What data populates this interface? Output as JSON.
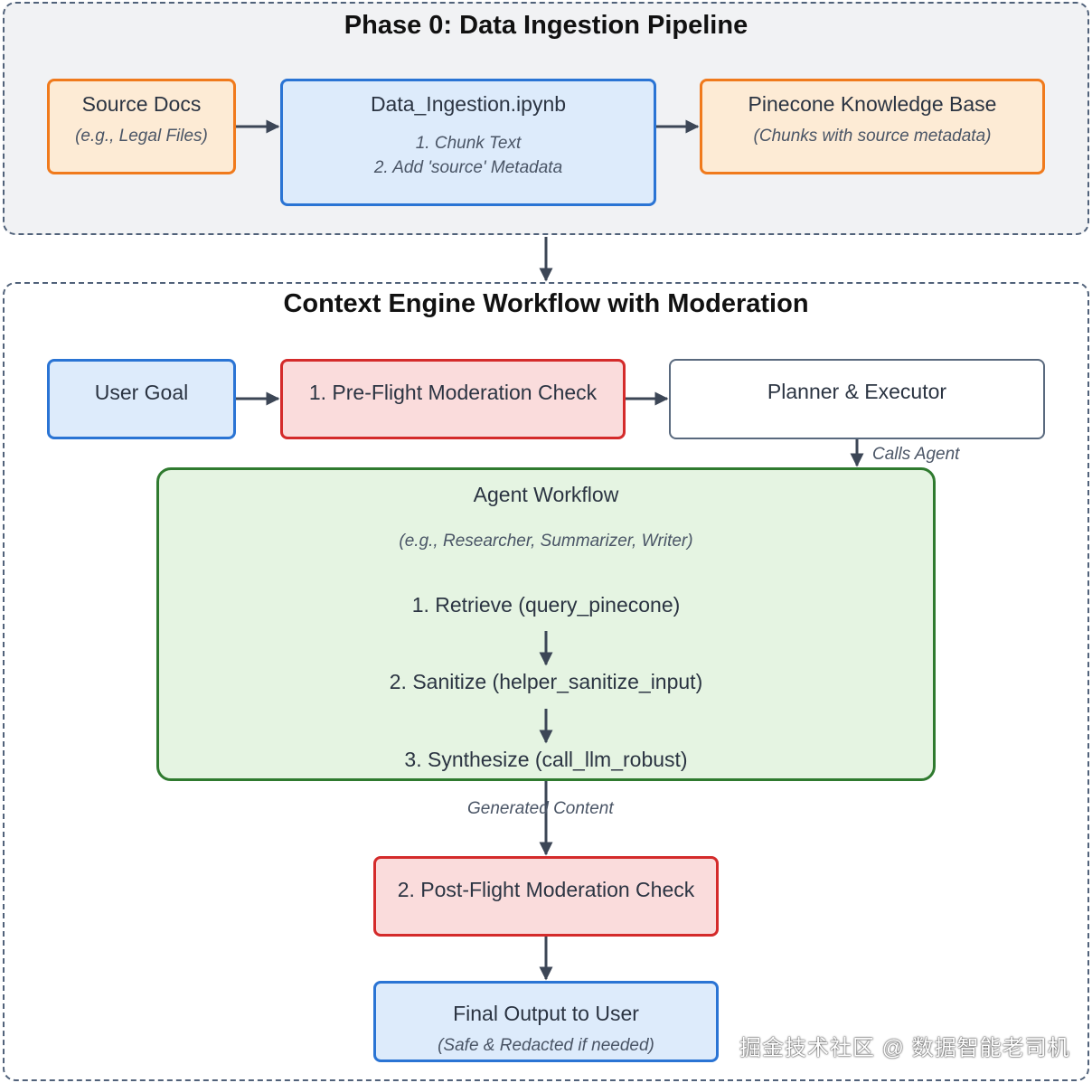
{
  "phase0": {
    "title": "Phase 0: Data Ingestion Pipeline",
    "source_docs": {
      "label": "Source Docs",
      "sub": "(e.g., Legal Files)"
    },
    "ingestion": {
      "label": "Data_Ingestion.ipynb",
      "sub1": "1. Chunk Text",
      "sub2": "2. Add 'source' Metadata"
    },
    "pinecone": {
      "label": "Pinecone Knowledge Base",
      "sub": "(Chunks with source metadata)"
    }
  },
  "context": {
    "title": "Context Engine Workflow with Moderation",
    "user_goal": {
      "label": "User Goal"
    },
    "preflight": {
      "label": "1. Pre-Flight Moderation Check"
    },
    "planner": {
      "label": "Planner & Executor"
    },
    "calls_agent": "Calls Agent",
    "agent": {
      "label": "Agent Workflow",
      "sub": "(e.g., Researcher, Summarizer, Writer)",
      "step1": "1. Retrieve (query_pinecone)",
      "step2": "2. Sanitize (helper_sanitize_input)",
      "step3": "3. Synthesize (call_llm_robust)"
    },
    "generated_content": "Generated Content",
    "postflight": {
      "label": "2. Post-Flight Moderation Check"
    },
    "final": {
      "label": "Final Output to User",
      "sub": "(Safe & Redacted if needed)"
    }
  },
  "watermark": "掘金技术社区 @ 数据智能老司机",
  "colors": {
    "orange_fill": "#fdebd5",
    "orange_border": "#f07a1c",
    "blue_fill": "#ddebfb",
    "blue_border": "#2a74d4",
    "red_fill": "#fadcdc",
    "red_border": "#d42b2b",
    "green_fill": "#e5f4e2",
    "green_border": "#2f7a2f",
    "edge": "#3c4656"
  }
}
